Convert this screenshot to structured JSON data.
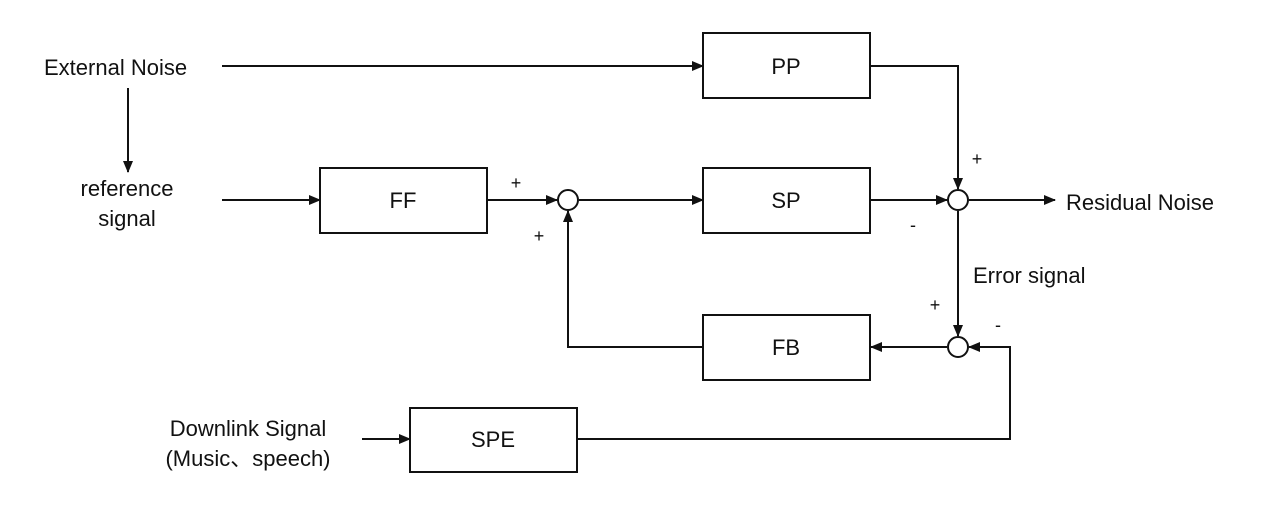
{
  "colors": {
    "stroke": "#111111",
    "background": "#ffffff"
  },
  "blocks": {
    "pp": "PP",
    "ff": "FF",
    "sp": "SP",
    "fb": "FB",
    "spe": "SPE"
  },
  "labels": {
    "external_noise": "External Noise",
    "reference_line1": "reference",
    "reference_line2": "signal",
    "residual_noise": "Residual Noise",
    "error_signal": "Error signal",
    "downlink_line1": "Downlink Signal",
    "downlink_line2": "(Music、speech)"
  },
  "signs": {
    "ff_sum_top": "+",
    "ff_sum_bottom": "+",
    "out_sum_top": "+",
    "out_sum_left": "-",
    "fb_sum_top": "+",
    "fb_sum_right": "-"
  }
}
